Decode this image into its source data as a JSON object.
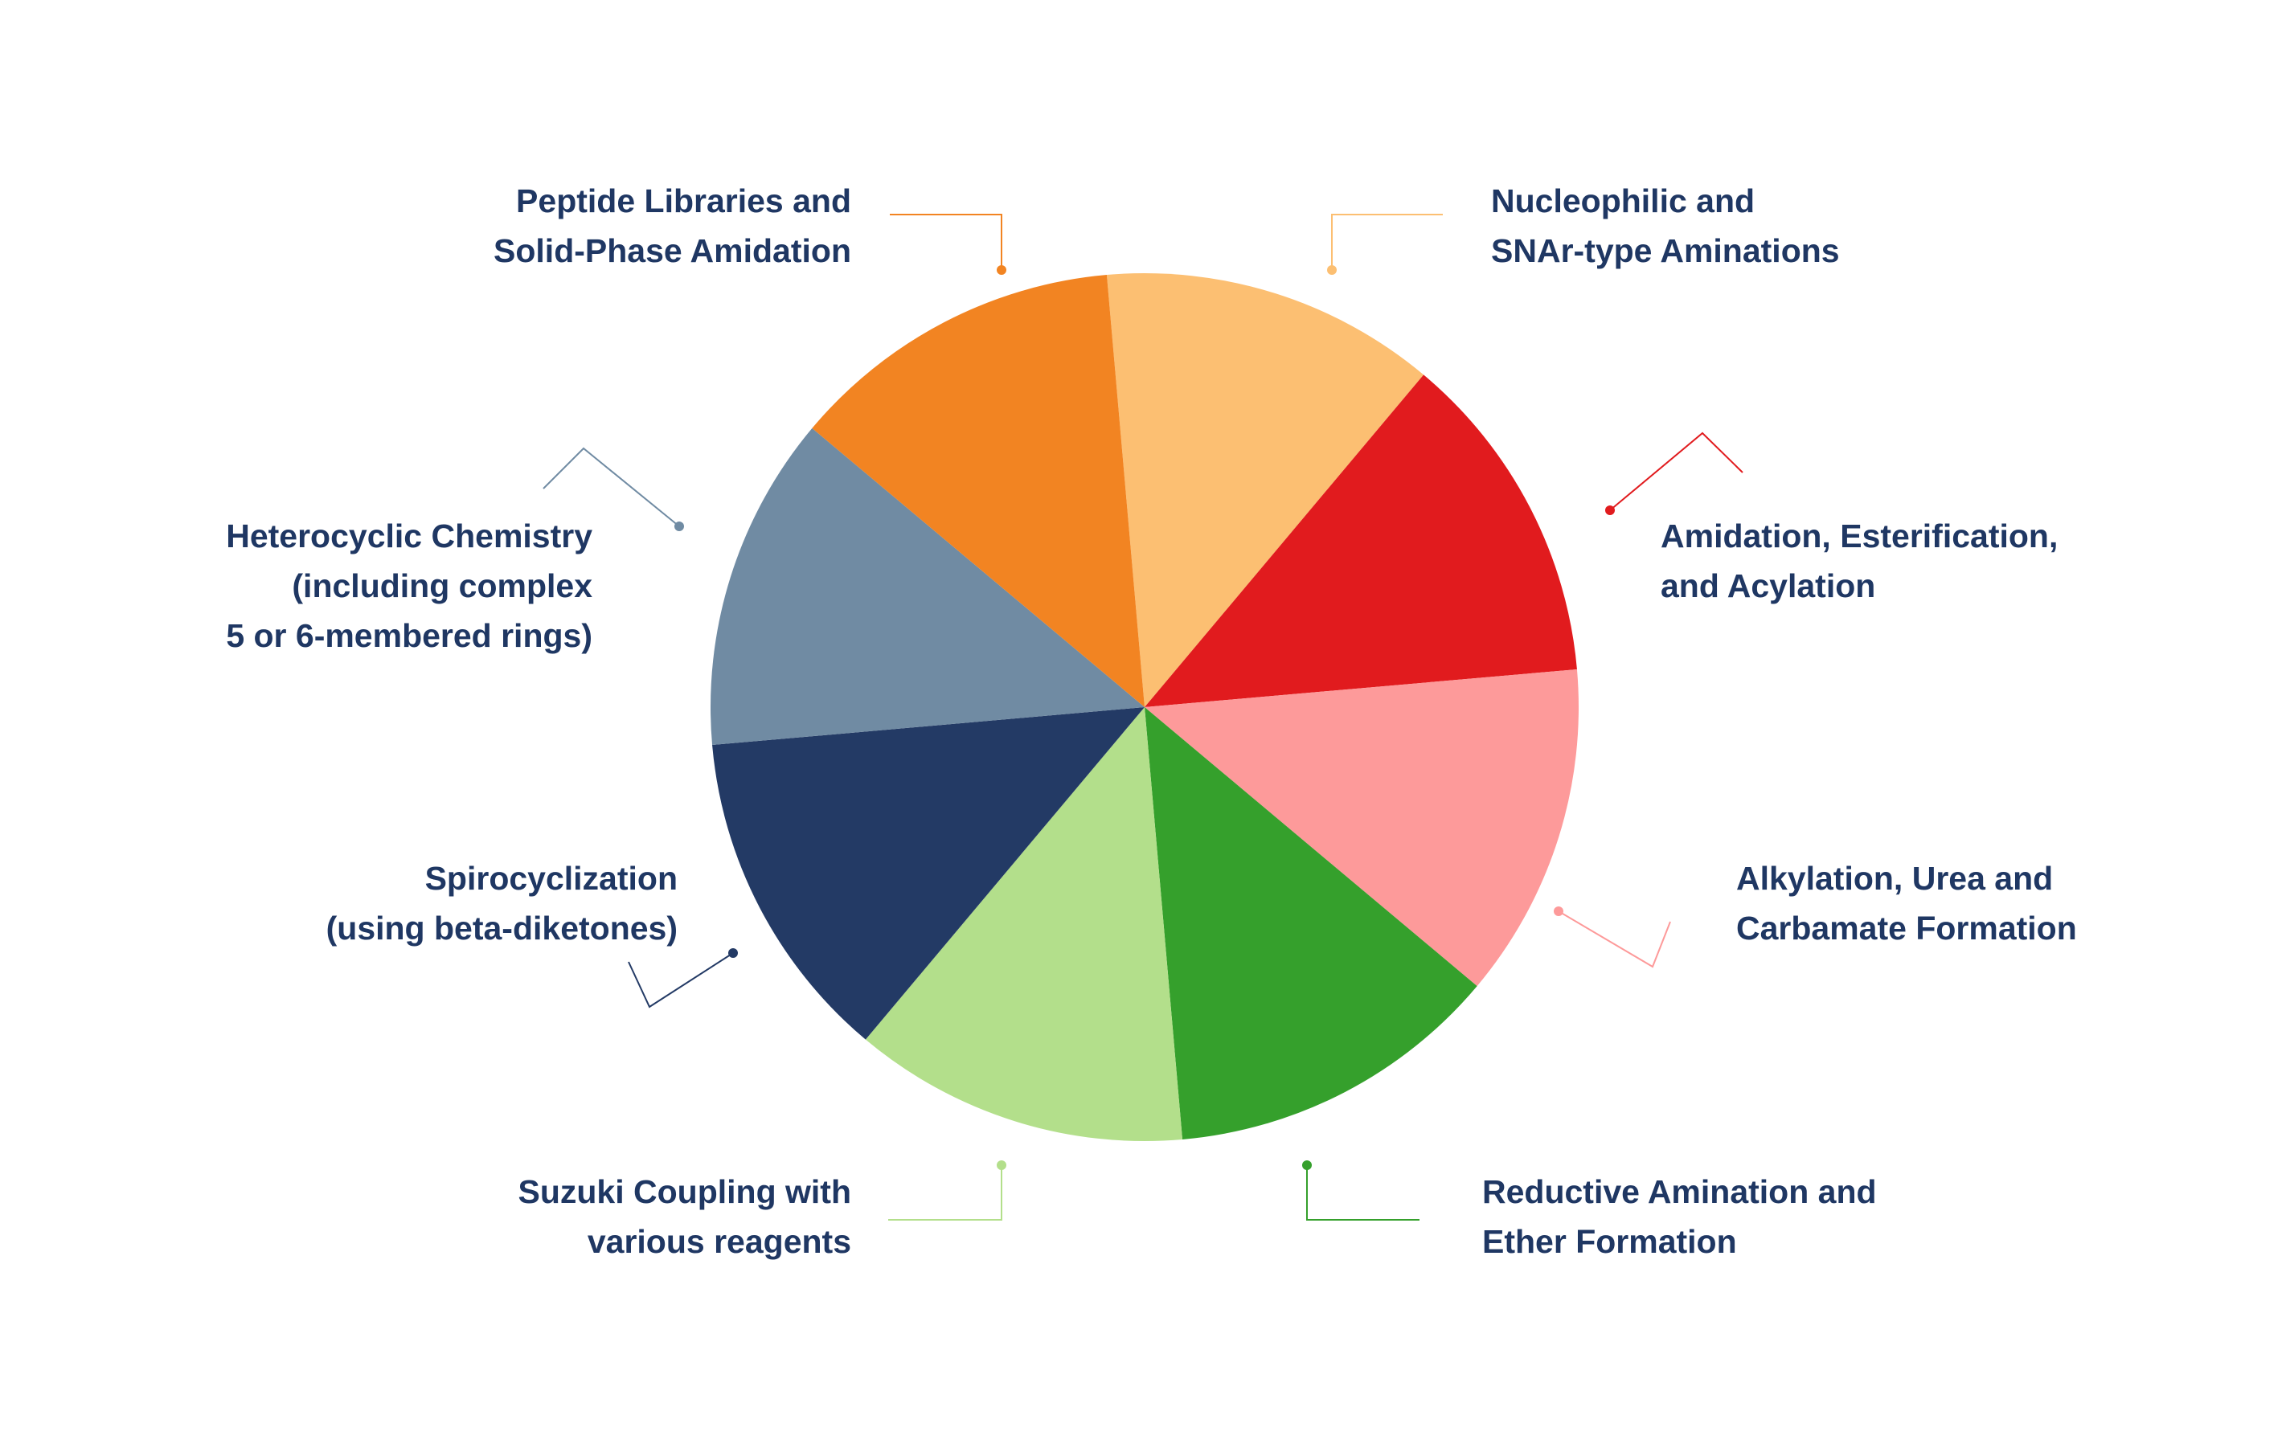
{
  "chart_data": {
    "type": "pie",
    "slices": [
      {
        "label": [
          "Nucleophilic and",
          "SNAr-type Aminations"
        ],
        "value": 1,
        "color": "#fcbf72"
      },
      {
        "label": [
          "Amidation, Esterification,",
          "and Acylation"
        ],
        "value": 1,
        "color": "#e11b1e"
      },
      {
        "label": [
          "Alkylation, Urea and",
          "Carbamate Formation"
        ],
        "value": 1,
        "color": "#fd9a9a"
      },
      {
        "label": [
          "Reductive Amination and",
          "Ether Formation"
        ],
        "value": 1,
        "color": "#35a02c"
      },
      {
        "label": [
          "Suzuki Coupling with",
          "various reagents"
        ],
        "value": 1,
        "color": "#b3df8b"
      },
      {
        "label": [
          "Spirocyclization",
          "(using beta-diketones)"
        ],
        "value": 1,
        "color": "#233a65"
      },
      {
        "label": [
          "Heterocyclic Chemistry",
          "(including complex",
          "5 or 6-membered rings)"
        ],
        "value": 1,
        "color": "#708ba3"
      },
      {
        "label": [
          "Peptide Libraries and",
          "Solid-Phase Amidation"
        ],
        "value": 1,
        "color": "#f28422"
      }
    ]
  }
}
